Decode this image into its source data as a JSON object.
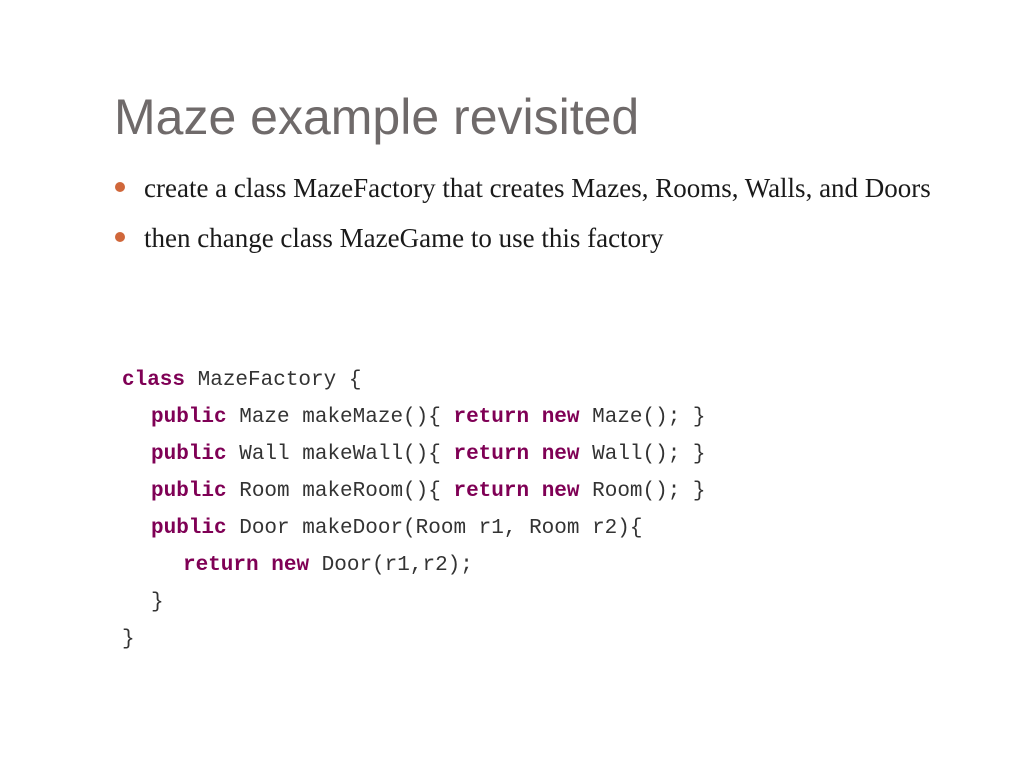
{
  "title": "Maze example revisited",
  "bullets": [
    "create a class MazeFactory that creates Mazes, Rooms, Walls, and Doors",
    "then change class MazeGame to use this factory"
  ],
  "colors": {
    "title": "#6f6a6a",
    "bullet_marker": "#d0673a",
    "text": "#1a1a1a",
    "code_text": "#333333",
    "code_keyword": "#7f0055"
  },
  "code": {
    "language": "java",
    "lines": [
      {
        "kw1": "class",
        "text1": " MazeFactory {"
      },
      {
        "kw1": "public",
        "text1": " Maze makeMaze(){ ",
        "kw2": "return",
        "kw3": "new",
        "text2": " Maze(); }"
      },
      {
        "kw1": "public",
        "text1": " Wall makeWall(){ ",
        "kw2": "return",
        "kw3": "new",
        "text2": " Wall(); }"
      },
      {
        "kw1": "public",
        "text1": " Room makeRoom(){ ",
        "kw2": "return",
        "kw3": "new",
        "text2": " Room(); }"
      },
      {
        "kw1": "public",
        "text1": " Door makeDoor(Room r1, Room r2){"
      },
      {
        "kw1": "return",
        "kw2": "new",
        "text1": " Door(r1,r2);"
      },
      {
        "text1": "}"
      },
      {
        "text1": "}"
      }
    ]
  }
}
